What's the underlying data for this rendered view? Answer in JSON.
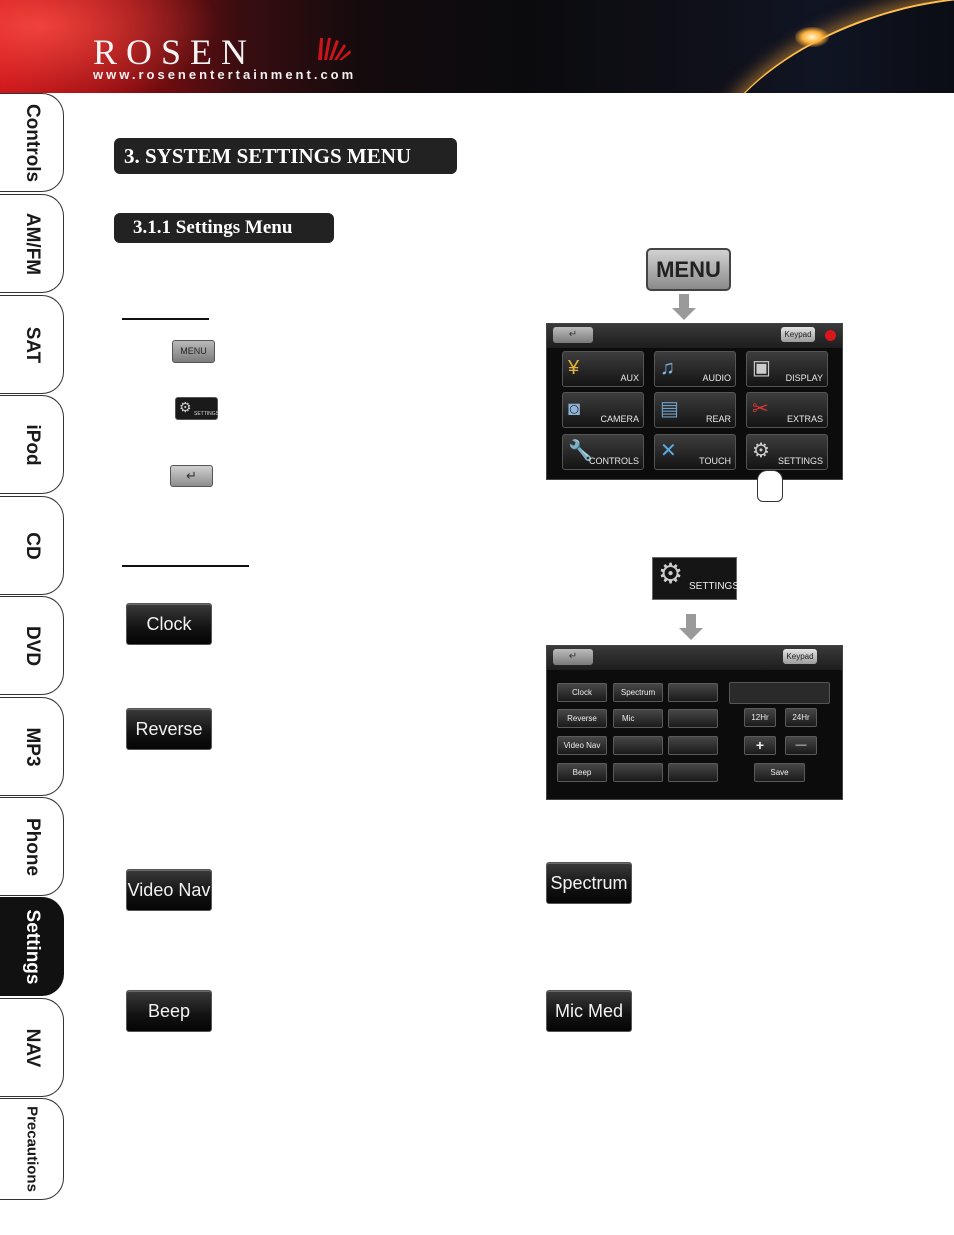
{
  "header": {
    "brand": "ROSEN",
    "url": "www.rosenentertainment.com"
  },
  "side_tabs": [
    {
      "label": "Controls"
    },
    {
      "label": "AM/FM"
    },
    {
      "label": "SAT"
    },
    {
      "label": "iPod"
    },
    {
      "label": "CD"
    },
    {
      "label": "DVD"
    },
    {
      "label": "MP3"
    },
    {
      "label": "Phone"
    },
    {
      "label": "Settings",
      "active": true
    },
    {
      "label": "NAV"
    },
    {
      "label": "Precautions"
    }
  ],
  "section_title": "3. SYSTEM SETTINGS MENU",
  "subsection_title": "3.1.1 Settings Menu",
  "icons": {
    "menu_small": "MENU",
    "settings_small": "SETTINGS",
    "back_symbol": "↵"
  },
  "buttons": {
    "clock": "Clock",
    "reverse": "Reverse",
    "video_nav": "Video Nav",
    "beep": "Beep",
    "spectrum": "Spectrum",
    "mic_med": "Mic Med"
  },
  "main_menu_screen": {
    "menu_button": "MENU",
    "keypad": "Keypad",
    "tiles": [
      "AUX",
      "AUDIO",
      "DISPLAY",
      "CAMERA",
      "REAR",
      "EXTRAS",
      "CONTROLS",
      "TOUCH",
      "SETTINGS"
    ]
  },
  "settings_screen": {
    "settings_button": "SETTINGS",
    "keypad": "Keypad",
    "col1": [
      "Clock",
      "Reverse",
      "Video Nav",
      "Beep"
    ],
    "col2": [
      "Spectrum",
      "Mic",
      "",
      ""
    ],
    "h12": "12Hr",
    "h24": "24Hr",
    "plus": "+",
    "minus": "—",
    "save": "Save"
  },
  "colors": {
    "tab_active_bg": "#111111",
    "header_red": "#c80e14",
    "power_red": "#d6181e"
  }
}
